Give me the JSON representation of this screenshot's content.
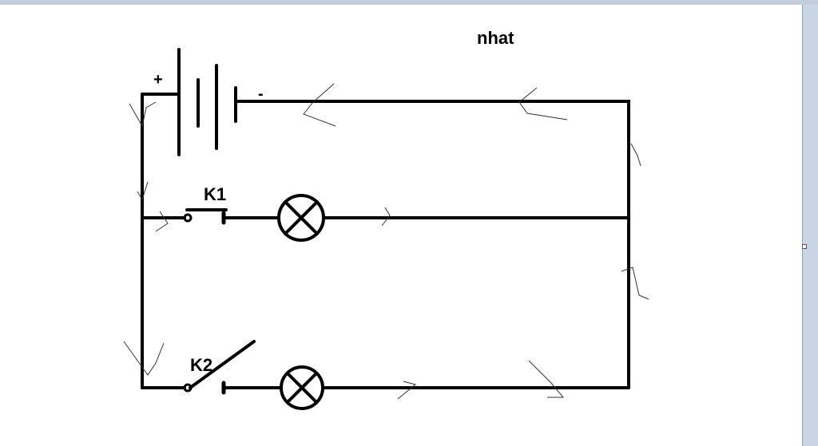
{
  "title": "nhat",
  "battery": {
    "plus_label": "+",
    "minus_label": "-"
  },
  "switches": [
    {
      "label": "K1",
      "state": "closed"
    },
    {
      "label": "K2",
      "state": "open"
    }
  ],
  "lamps": 2
}
